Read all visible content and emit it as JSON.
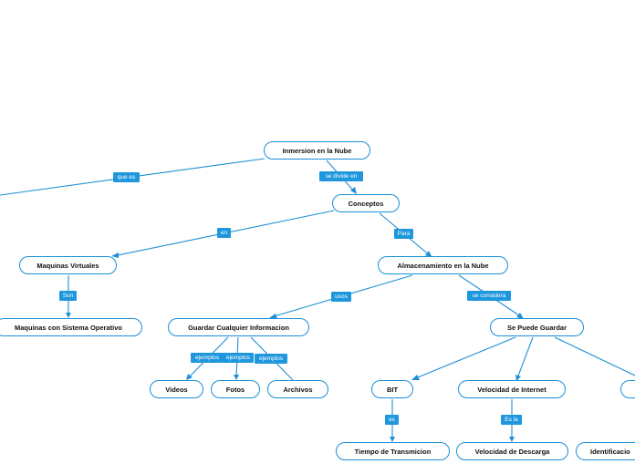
{
  "colors": {
    "accent": "#1f97dd",
    "node_border": "#1a8fd6",
    "text": "#111111"
  },
  "nodes": {
    "root": "Inmersion en la Nube",
    "conceptos": "Conceptos",
    "maquinas_virtuales": "Maquinas Virtuales",
    "maquinas_so": "Maquinas con Sistema Operativo",
    "almacenamiento": "Almacenamiento en la Nube",
    "guardar_info": "Guardar Cualquier Informacion",
    "se_puede_guardar": "Se Puede Guardar",
    "videos": "Videos",
    "fotos": "Fotos",
    "archivos": "Archivos",
    "bit": "BIT",
    "velocidad_internet": "Velocidad de Internet",
    "tiempo_transmicion": "Tiempo de Transmicion",
    "velocidad_descarga": "Velocidad de Descarga",
    "identificacion": "Identificacio"
  },
  "labels": {
    "que_es": "que es",
    "se_divide_en": "se divide en",
    "en": "en",
    "para": "Para",
    "son": "Son",
    "usos": "usos",
    "se_considera": "se considera",
    "ejemplos_1": "ejemplos",
    "ejemplos_2": "ejemplos",
    "ejemplos_3": "ejemplos",
    "es": "es",
    "es_la": "Es la"
  }
}
